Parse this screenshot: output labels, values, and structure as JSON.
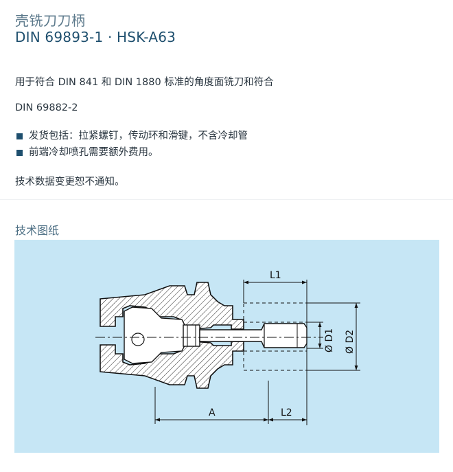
{
  "header": {
    "title_cn": "壳铣刀刀柄",
    "title_main": "DIN 69893-1 · HSK-A63"
  },
  "description": {
    "line1": "用于符合 DIN 841 和 DIN 1880 标准的角度面铣刀和符合",
    "line2": "DIN 69882-2",
    "bullets": [
      "发货包括：拉紧螺钉，传动环和滑键，不含冷却管",
      "前端冷却喷孔需要额外费用。"
    ],
    "notice": "技术数据变更恕不通知。"
  },
  "drawing": {
    "section_title": "技术图纸",
    "background_color": "#c6e6f5",
    "labels": {
      "l1": "L1",
      "l2": "L2",
      "a": "A",
      "d1": "Ø D1",
      "d2": "Ø D2"
    }
  },
  "colors": {
    "title_cn": "#5d7a8c",
    "title_main": "#1e4f6e",
    "bullet_marker": "#1e4f6e"
  }
}
